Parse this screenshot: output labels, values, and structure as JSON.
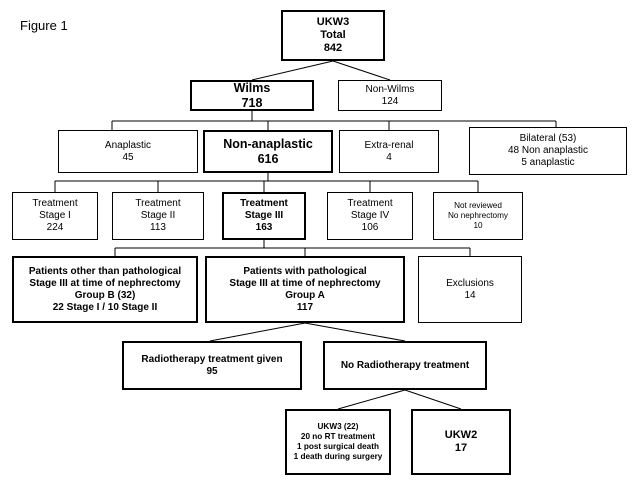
{
  "figure_label": "Figure 1",
  "nodes": {
    "total": {
      "lines": [
        "UKW3",
        "Total",
        "842"
      ]
    },
    "wilms": {
      "lines": [
        "Wilms",
        "718"
      ]
    },
    "non_wilms": {
      "lines": [
        "Non-Wilms",
        "124"
      ]
    },
    "anaplastic": {
      "lines": [
        "Anaplastic",
        "45"
      ]
    },
    "non_anaplastic": {
      "lines": [
        "Non-anaplastic",
        "616"
      ]
    },
    "extra_renal": {
      "lines": [
        "Extra-renal",
        "4"
      ]
    },
    "bilateral": {
      "lines": [
        "Bilateral (53)",
        "48 Non anaplastic",
        "5 anaplastic"
      ]
    },
    "stage1": {
      "lines": [
        "Treatment",
        "Stage I",
        "224"
      ]
    },
    "stage2": {
      "lines": [
        "Treatment",
        "Stage II",
        "113"
      ]
    },
    "stage3": {
      "lines": [
        "Treatment",
        "Stage III",
        "163"
      ]
    },
    "stage4": {
      "lines": [
        "Treatment",
        "Stage IV",
        "106"
      ]
    },
    "not_reviewed": {
      "lines": [
        "Not reviewed",
        "No nephrectomy",
        "10"
      ]
    },
    "group_b": {
      "lines": [
        "Patients other than pathological",
        "Stage III at time of nephrectomy",
        "Group B (32)",
        "22 Stage I / 10 Stage II"
      ]
    },
    "group_a": {
      "lines": [
        "Patients with pathological",
        "Stage III at time of nephrectomy",
        "Group A",
        "117"
      ]
    },
    "exclusions": {
      "lines": [
        "Exclusions",
        "14"
      ]
    },
    "rt_given": {
      "lines": [
        "Radiotherapy treatment given",
        "95"
      ]
    },
    "no_rt": {
      "lines": [
        "No Radiotherapy treatment"
      ]
    },
    "ukw3_22": {
      "lines": [
        "UKW3 (22)",
        "20 no RT treatment",
        "1 post surgical death",
        "1 death during surgery"
      ]
    },
    "ukw2": {
      "lines": [
        "UKW2",
        "17"
      ]
    }
  }
}
